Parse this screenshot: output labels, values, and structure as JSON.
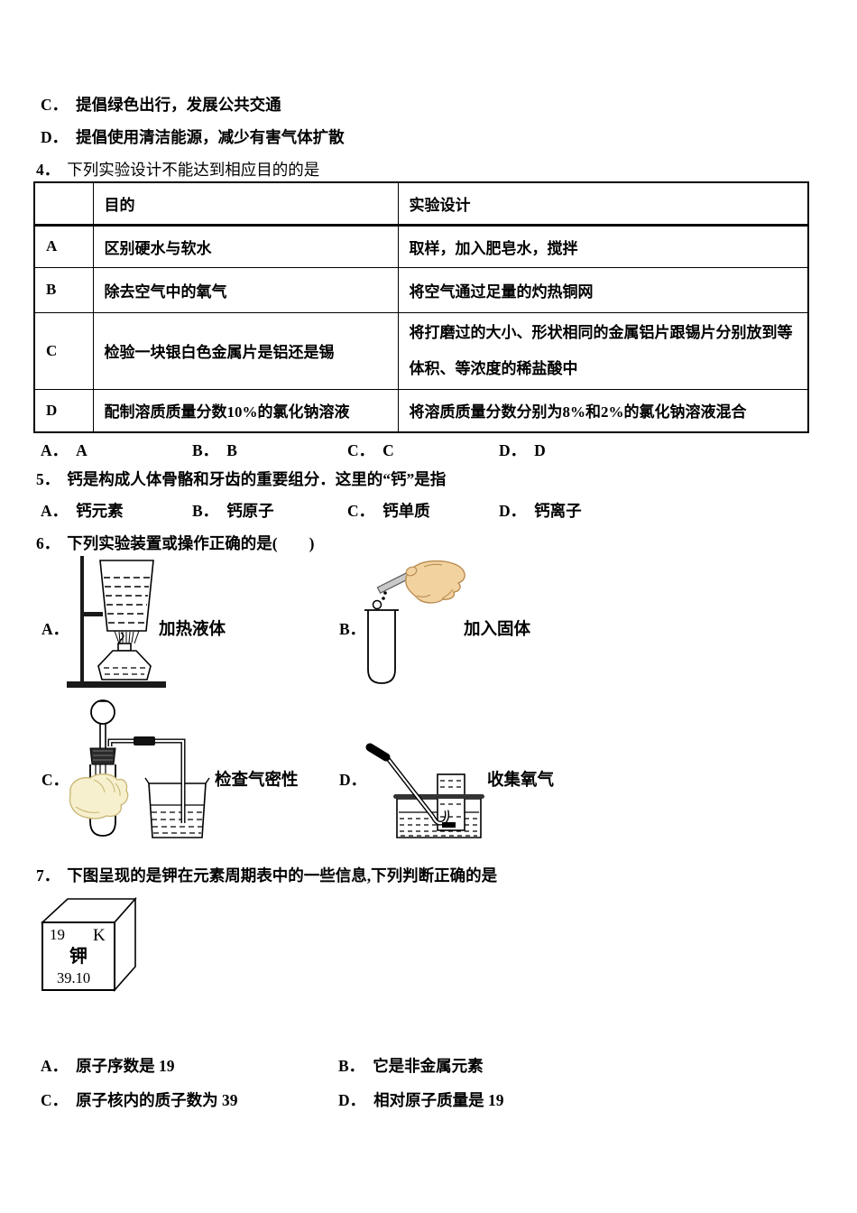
{
  "colors": {
    "text": "#000000",
    "background": "#ffffff",
    "hand_skin": "#f2d3a0",
    "hand_outline": "#b98d52",
    "glove_skin": "#f7f0ce",
    "glove_outline": "#c9b878",
    "spatula_gray": "#c9c9c9"
  },
  "prev_options": [
    {
      "letter": "C．",
      "text": "提倡绿色出行，发展公共交通"
    },
    {
      "letter": "D．",
      "text": "提倡使用清洁能源，减少有害气体扩散"
    }
  ],
  "q4": {
    "number": "4．",
    "prompt": "下列实验设计不能达到相应目的的是",
    "table": {
      "col_headers": [
        "目的",
        "实验设计"
      ],
      "rows": [
        {
          "label": "A",
          "purpose": "区别硬水与软水",
          "design": "取样，加入肥皂水，搅拌"
        },
        {
          "label": "B",
          "purpose": "除去空气中的氧气",
          "design": "将空气通过足量的灼热铜网"
        },
        {
          "label": "C",
          "purpose": "检验一块银白色金属片是铝还是锡",
          "design": "将打磨过的大小、形状相同的金属铝片跟锡片分别放到等体积、等浓度的稀盐酸中"
        },
        {
          "label": "D",
          "purpose": "配制溶质质量分数10%的氯化钠溶液",
          "design": "将溶质质量分数分别为8%和2%的氯化钠溶液混合"
        }
      ]
    },
    "options": [
      {
        "letter": "A．",
        "text": "A"
      },
      {
        "letter": "B．",
        "text": "B"
      },
      {
        "letter": "C．",
        "text": "C"
      },
      {
        "letter": "D．",
        "text": "D"
      }
    ]
  },
  "q5": {
    "number": "5．",
    "prompt": "钙是构成人体骨骼和牙齿的重要组分．这里的“钙”是指",
    "options": [
      {
        "letter": "A．",
        "text": "钙元素"
      },
      {
        "letter": "B．",
        "text": "钙原子"
      },
      {
        "letter": "C．",
        "text": "钙单质"
      },
      {
        "letter": "D．",
        "text": "钙离子"
      }
    ]
  },
  "q6": {
    "number": "6．",
    "prompt": "下列实验装置或操作正确的是(　　)",
    "apparatus": [
      {
        "letter": "A．",
        "caption": "加热液体"
      },
      {
        "letter": "B．",
        "caption": "加入固体"
      },
      {
        "letter": "C．",
        "caption": "检查气密性"
      },
      {
        "letter": "D．",
        "caption": "收集氧气"
      }
    ]
  },
  "q7": {
    "number": "7．",
    "prompt": "下图呈现的是钾在元素周期表中的一些信息,下列判断正确的是",
    "element_cell": {
      "atomic_number": "19",
      "symbol": "K",
      "name": "钾",
      "atomic_mass": "39.10"
    },
    "options": [
      {
        "letter": "A．",
        "text": "原子序数是 19"
      },
      {
        "letter": "B．",
        "text": "它是非金属元素"
      },
      {
        "letter": "C．",
        "text": "原子核内的质子数为 39"
      },
      {
        "letter": "D．",
        "text": "相对原子质量是 19"
      }
    ]
  }
}
